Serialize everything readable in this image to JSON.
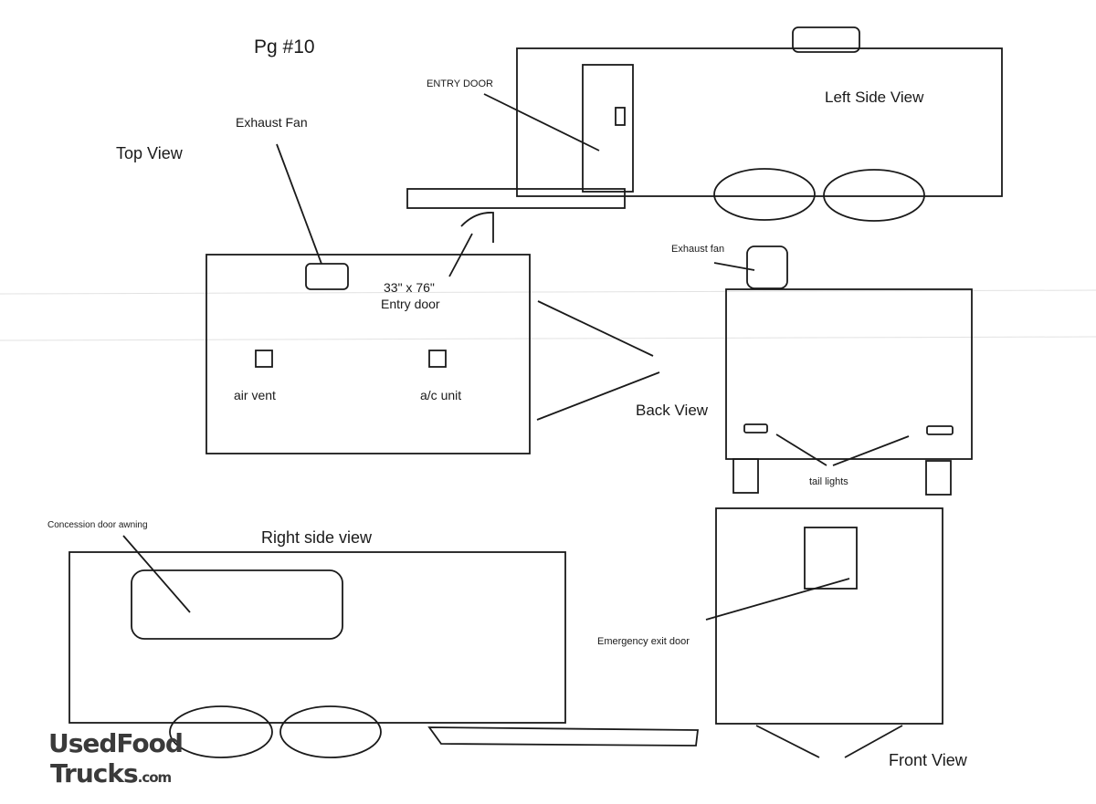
{
  "page_label": "Pg #10",
  "watermark": {
    "line1": "UsedFood",
    "line2": "Trucks",
    "suffix": ".com"
  },
  "logo": {
    "line1": "UsedFood",
    "line2": "Trucks",
    "suffix": ".com"
  },
  "left_side_view": {
    "title": "Left Side View",
    "entry_door_label": "ENTRY DOOR"
  },
  "top_view": {
    "title": "Top View",
    "exhaust_fan_label": "Exhaust Fan",
    "door_size": "33\" x 76\"",
    "door_label": "Entry door",
    "air_vent_label": "air vent",
    "ac_unit_label": "a/c unit"
  },
  "back_view": {
    "title": "Back View",
    "exhaust_fan_label": "Exhaust fan",
    "tail_lights_label": "tail lights"
  },
  "right_side_view": {
    "title": "Right side view",
    "awning_label": "Concession door awning"
  },
  "front_view": {
    "title": "Front View",
    "exit_door_label": "Emergency exit door"
  }
}
